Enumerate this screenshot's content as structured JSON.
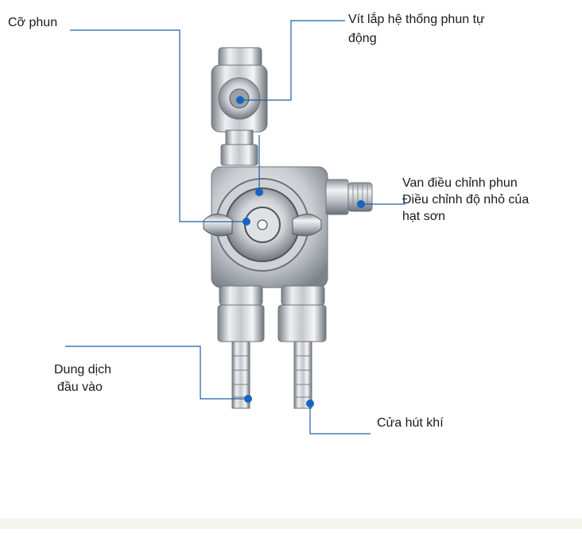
{
  "labels": {
    "nozzle_size": "Cỡ phun",
    "mount_screw_line1": "Vít lắp hệ thống phun tự",
    "mount_screw_line2": "động",
    "spray_valve_line1": "Van điều chỉnh phun",
    "spray_valve_line2": "Điều chỉnh độ nhỏ của",
    "spray_valve_line3": "hạt sơn",
    "fluid_inlet_line1": "Dung dịch",
    "fluid_inlet_line2": "đầu vào",
    "air_inlet": "Cửa hút khí"
  },
  "colors": {
    "leader_line": "#1f5fa8",
    "marker_dot": "#1565c0",
    "metal_light": "#eef0f2",
    "metal_mid": "#b9bec4",
    "metal_dark": "#6e747b"
  }
}
